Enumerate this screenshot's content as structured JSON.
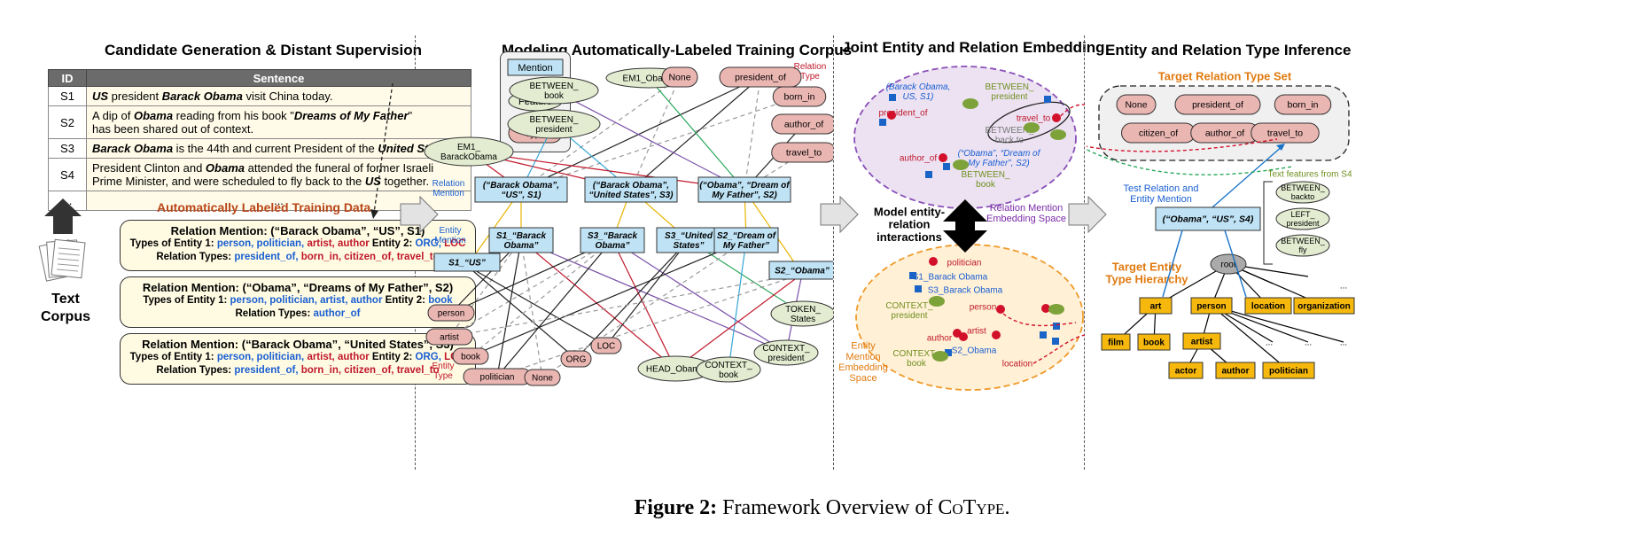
{
  "sections": {
    "s1_title": "Candidate Generation & Distant Supervision",
    "s2_title": "Modeling Automatically-Labeled Training Corpus",
    "s3_title": "Joint Entity and Relation Embedding",
    "s4_title": "Entity and Relation Type Inference"
  },
  "table": {
    "headers": [
      "ID",
      "Sentence"
    ],
    "rows": [
      {
        "id": "S1",
        "parts": [
          [
            "US",
            "bi"
          ],
          [
            " president ",
            ""
          ],
          [
            "Barack Obama",
            "bi"
          ],
          [
            " visit China today.",
            ""
          ]
        ]
      },
      {
        "id": "S2",
        "parts": [
          [
            "A dip of ",
            ""
          ],
          [
            "Obama",
            "bi"
          ],
          [
            " reading from his book \"",
            ""
          ],
          [
            "Dreams of My Father",
            "bi"
          ],
          [
            "\"",
            ""
          ],
          [
            "\nhas been shared out of context.",
            ""
          ]
        ]
      },
      {
        "id": "S3",
        "parts": [
          [
            "Barack Obama",
            "bi"
          ],
          [
            " is the 44th and current President of the ",
            ""
          ],
          [
            "United States",
            "bi"
          ]
        ]
      },
      {
        "id": "S4",
        "parts": [
          [
            "President Clinton and ",
            ""
          ],
          [
            "Obama",
            "bi"
          ],
          [
            " attended the funeral of former Israeli",
            ""
          ],
          [
            "\nPrime Minister, and were scheduled to fly back to the ",
            ""
          ],
          [
            "US",
            "bi"
          ],
          [
            " together.",
            ""
          ]
        ]
      },
      {
        "id": "...",
        "parts": [
          [
            "...",
            ""
          ]
        ]
      }
    ]
  },
  "labeled": {
    "title": "Automatically Labeled Training Data",
    "text_corpus": "Text\nCorpus",
    "boxes": [
      {
        "mention": "Relation Mention: (“Barack Obama”, “US”,  S1)",
        "types_e1_label": "Types of Entity 1: ",
        "types_e1_blue": "person, politician, ",
        "types_e1_red": "artist, author",
        "types_e2_label": "  Entity 2: ",
        "types_e2_blue": "ORG, ",
        "types_e2_red": "LOC",
        "rel_label": "Relation Types: ",
        "rel_blue": "president_of, ",
        "rel_red": "born_in, citizen_of, travel_to"
      },
      {
        "mention": "Relation Mention: (“Obama”, “Dreams of My Father”,  S2)",
        "types_e1_label": "Types of Entity 1: ",
        "types_e1_blue": "person, politician, artist, author",
        "types_e1_red": "",
        "types_e2_label": "  Entity 2: ",
        "types_e2_blue": "book",
        "types_e2_red": "",
        "rel_label": "Relation Types: ",
        "rel_blue": "author_of",
        "rel_red": ""
      },
      {
        "mention": "Relation Mention: (“Barack Obama”, “United States”,  S3)",
        "types_e1_label": "Types of Entity 1: ",
        "types_e1_blue": "person, politician, ",
        "types_e1_red": "artist, author",
        "types_e2_label": "  Entity 2: ",
        "types_e2_blue": "ORG, ",
        "types_e2_red": "LOC",
        "rel_label": "Relation Types: ",
        "rel_blue": "president_of, ",
        "rel_red": "born_in, citizen_of, travel_to"
      }
    ]
  },
  "legend": [
    "Mention",
    "Feature",
    "Type"
  ],
  "graph": {
    "relation_type_label": "Relation\nType",
    "relation_mention_label": "Relation\nMention",
    "entity_mention_label": "Entity\nMention",
    "entity_type_label": "Entity\nType",
    "features_top": [
      "BETWEEN_\nbook",
      "EM1_Obama",
      "BETWEEN_\npresident",
      "EM1_\nBarackObama"
    ],
    "rel_types": [
      "None",
      "president_of",
      "born_in",
      "author_of",
      "travel_to"
    ],
    "rel_mentions": [
      "(“Barack Obama”,\n“US”, S1)",
      "(“Barack Obama”,\n“United States”, S3)",
      "(“Obama”, “Dream of\nMy Father”, S2)"
    ],
    "ent_mentions": [
      "S1_“Barack\nObama”",
      "S3_“Barack\nObama”",
      "S3_“United\nStates”",
      "S2_“Dream of\nMy Father”",
      "S1_“US”",
      "S2_“Obama”"
    ],
    "ent_types": [
      "person",
      "artist",
      "book",
      "politician",
      "None",
      "ORG",
      "LOC"
    ],
    "features_bottom": [
      "HEAD_Obama",
      "CONTEXT_\nbook",
      "CONTEXT_\npresident",
      "TOKEN_\nStates"
    ]
  },
  "embedding": {
    "model_label": "Model entity-\nrelation\ninteractions",
    "rel_space_label": "Relation  Mention\nEmbedding Space",
    "ent_space_label": "Entity\nMention\nEmbedding\nSpace",
    "rel_points": [
      "(Barack Obama,\nUS, S1)",
      "president_of",
      "BETWEEN_\npresident",
      "travel_to",
      "BETWEEN_\nback to",
      "(“Obama”, “Dream of\nMy Father”, S2)",
      "author_of",
      "BETWEEN_\nbook"
    ],
    "ent_points": [
      "politician",
      "S1_Barack Obama",
      "S3_Barack Obama",
      "CONTEXT_\npresident",
      "person",
      "artist",
      "author",
      "CONTEXT_\nbook",
      "S2_Obama",
      "location"
    ]
  },
  "inference": {
    "target_rel_title": "Target Relation Type Set",
    "rel_set": [
      "None",
      "president_of",
      "born_in",
      "citizen_of",
      "author_of",
      "travel_to"
    ],
    "test_label": "Test Relation and\nEntity Mention",
    "test_mention": "(“Obama”, “US”, S4)",
    "text_features_title": "Text features from S4",
    "text_features": [
      "BETWEEN_\nbackto",
      "LEFT_\npresident",
      "BETWEEN_\nfly"
    ],
    "hier_title": "Target Entity\nType Hierarchy",
    "hier_nodes": [
      "root",
      "art",
      "person",
      "location",
      "organization",
      "film",
      "book",
      "artist",
      "actor",
      "author",
      "politician",
      "...",
      "...",
      "...",
      "..."
    ]
  },
  "caption": {
    "fig": "Figure 2:",
    "text": " Framework Overview of ",
    "name": "CoType",
    "end": "."
  },
  "colors": {
    "mention_fill": "#bfe3f5",
    "feature_fill": "#e3ecd0",
    "type_fill": "#eab6b2",
    "hier_fill": "#f6b80d",
    "blue_text": "#1a5fd1",
    "red_text": "#c0182a",
    "orange_text": "#e07a10",
    "purple_text": "#7a2aa8",
    "green_text": "#6f8f1e"
  }
}
